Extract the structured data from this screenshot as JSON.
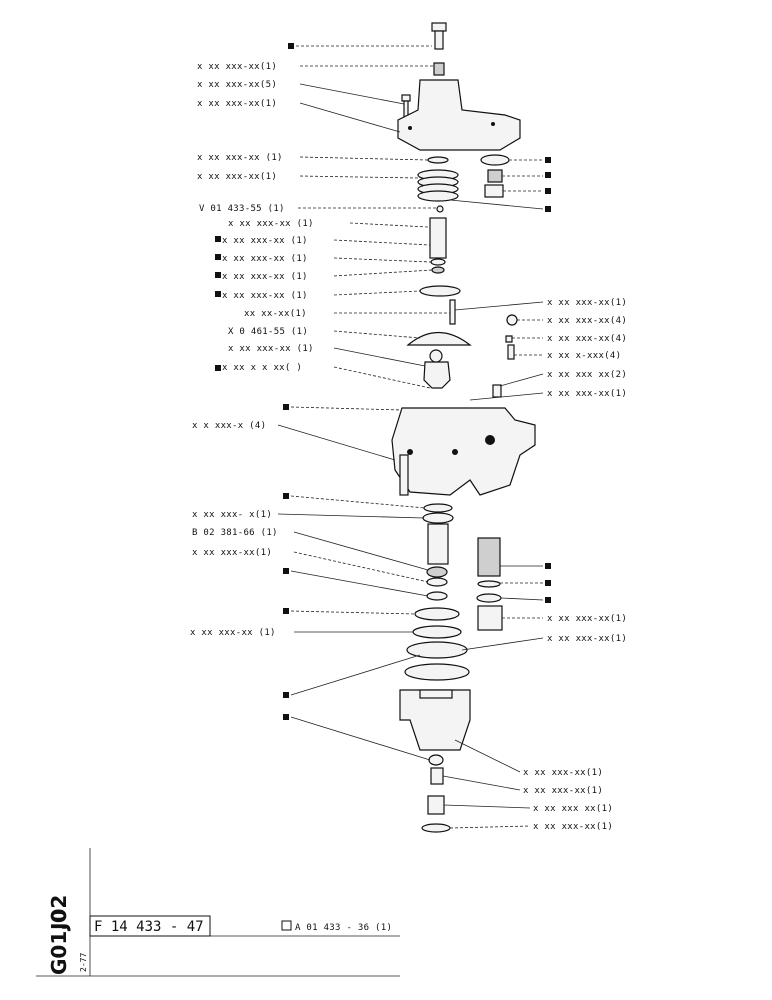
{
  "callouts": {
    "left": [
      "x xx xxx-xx(1)",
      "x xx xxx-xx(5)",
      "x xx xxx-xx(1)",
      "x xx xxx-xx (1)",
      "x xx xxx-xx(1)",
      "V 01 433-55 (1)",
      "x xx xxx-xx (1)",
      "x xx xxx-xx (1)",
      "x xx xxx-xx (1)",
      "x xx xxx-xx (1)",
      "x xx xxx-xx (1)",
      "xx xx-xx(1)",
      "X 0 461-55 (1)",
      "x xx xxx-xx (1)",
      "x xx x x xx( )",
      "x x xxx-x (4)",
      "x xx xxx- x(1)",
      "B 02 381-66 (1)",
      "x xx xxx-xx(1)",
      "x xx xxx-xx (1)"
    ],
    "right": [
      "x xx xxx-xx(1)",
      "x xx xxx-xx(4)",
      "x xx xxx-xx(4)",
      "x xx x-xxx(4)",
      "x xx xxx xx(2)",
      "x xx xxx-xx(1)",
      "x xx xxx-xx(1)",
      "x xx xxx-xx(1)",
      "x xx xxx-xx(1)",
      "x xx xxx-xx(1)",
      "x xx xxx xx(1)",
      "x xx xxx-xx(1)"
    ]
  },
  "footer": {
    "side_code_1": "J02",
    "side_code_2": "G01.0",
    "side_date": "2-77",
    "drawing_number": "F 14 433 - 47",
    "assembly_ref": "A 01 433 - 36 (1)"
  }
}
